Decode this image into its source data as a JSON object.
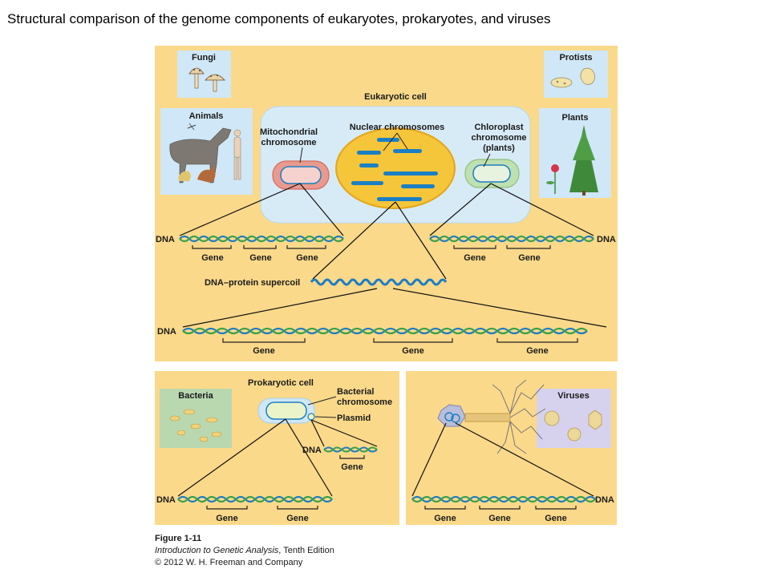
{
  "title": "Structural comparison of the genome components of eukaryotes, prokaryotes, and viruses",
  "eukaryote": {
    "cell_label": "Eukaryotic cell",
    "fungi": "Fungi",
    "protists": "Protists",
    "animals": "Animals",
    "plants": "Plants",
    "mito": [
      "Mitochondrial",
      "chromosome"
    ],
    "nuclear": "Nuclear chromosomes",
    "chloro": [
      "Chloroplast",
      "chromosome",
      "(plants)"
    ],
    "dna": "DNA",
    "gene": "Gene",
    "supercoil": "DNA–protein supercoil"
  },
  "prokaryote": {
    "cell_label": "Prokaryotic cell",
    "bacteria": "Bacteria",
    "bact_chrom": [
      "Bacterial",
      "chromosome"
    ],
    "plasmid": "Plasmid",
    "dna": "DNA",
    "gene": "Gene"
  },
  "virus": {
    "viruses": "Viruses",
    "dna": "DNA",
    "gene": "Gene"
  },
  "caption": {
    "figure": "Figure 1-11",
    "book": "Introduction to Genetic Analysis",
    "edition": ", Tenth Edition",
    "copyright": "© 2012 W. H. Freeman and Company"
  },
  "colors": {
    "panel": "#fbd98a",
    "cell": "#d7ebf7",
    "inset": "#cfe7f6",
    "nucleus": "#f5c53a",
    "chromosome": "#1b7fc4",
    "dna_blue": "#1e7cc1",
    "dna_green": "#3aa04a",
    "bacteria_box": "#b9d8b0",
    "virus_box": "#d6d2ee"
  }
}
